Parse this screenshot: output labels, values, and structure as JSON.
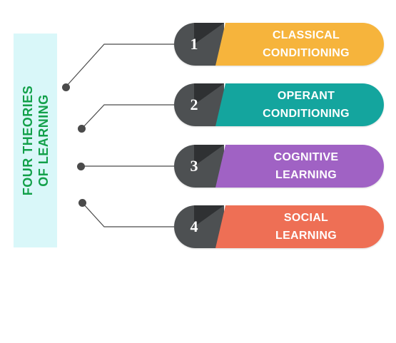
{
  "title": {
    "line1": "FOUR THEORIES",
    "line2": "OF  LEARNING"
  },
  "theories": [
    {
      "number": "1",
      "line1": "CLASSICAL",
      "line2": "CONDITIONING",
      "color": "#f6b43c"
    },
    {
      "number": "2",
      "line1": "OPERANT",
      "line2": "CONDITIONING",
      "color": "#14a59e"
    },
    {
      "number": "3",
      "line1": "COGNITIVE",
      "line2": "LEARNING",
      "color": "#a062c4"
    },
    {
      "number": "4",
      "line1": "SOCIAL",
      "line2": "LEARNING",
      "color": "#ee6f55"
    }
  ],
  "colors": {
    "title_text": "#12a04a",
    "title_bg": "#d9f7f9",
    "number_block": "#4d5052",
    "connector": "#4a4a4a"
  }
}
